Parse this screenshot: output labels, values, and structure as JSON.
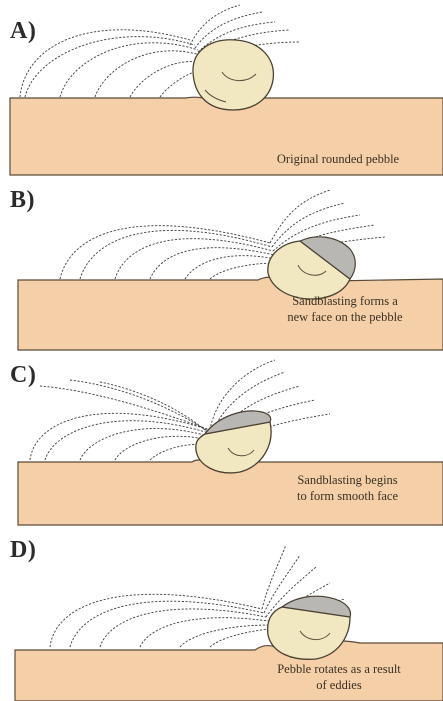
{
  "panels": [
    {
      "label": "A)",
      "caption": [
        "Original rounded pebble"
      ]
    },
    {
      "label": "B)",
      "caption": [
        "Sandblasting forms a",
        "new face on the pebble"
      ]
    },
    {
      "label": "C)",
      "caption": [
        "Sandblasting begins",
        "to form smooth face"
      ]
    },
    {
      "label": "D)",
      "caption": [
        "Pebble rotates as a result",
        "of eddies"
      ]
    }
  ],
  "colors": {
    "sand": "#f4cfa8",
    "pebble": "#f1e7c0",
    "face": "#b9b7b3",
    "wind": "#3d3d3d"
  }
}
